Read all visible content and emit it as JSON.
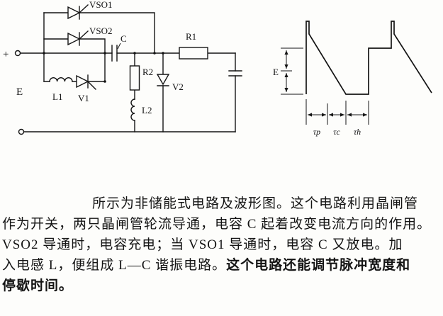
{
  "figure": {
    "circuit": {
      "labels": {
        "plus": "+",
        "source": "E",
        "vso1": "VSO1",
        "vso2": "VSO2",
        "c": "C",
        "r1": "R1",
        "r2": "R2",
        "l1": "L1",
        "l2": "L2",
        "v1": "V1",
        "v2": "V2"
      }
    },
    "waveform": {
      "labels": {
        "amplitude": "E",
        "tp": "τp",
        "tc": "τc",
        "th": "τh"
      }
    }
  },
  "paragraph": {
    "lines": [
      {
        "indent": true,
        "segments": [
          {
            "text": "所示为非储能式电路及波形图。这个电路利用晶闸管",
            "bold": false
          }
        ]
      },
      {
        "indent": false,
        "segments": [
          {
            "text": "作为开关，两只晶闸管轮流导通，电容 C 起着改变电流方向的作用。",
            "bold": false
          }
        ]
      },
      {
        "indent": false,
        "segments": [
          {
            "text": "VSO2 导通时，电容充电；当 VSO1 导通时，电容 C 又放电。加",
            "bold": false
          }
        ]
      },
      {
        "indent": false,
        "segments": [
          {
            "text": "入电感 L，便组成 L—C 谐振电路。",
            "bold": false
          },
          {
            "text": "这个电路还能调节脉冲宽度和",
            "bold": true
          }
        ]
      },
      {
        "indent": false,
        "segments": [
          {
            "text": "停歇时间。",
            "bold": true
          }
        ]
      }
    ]
  }
}
